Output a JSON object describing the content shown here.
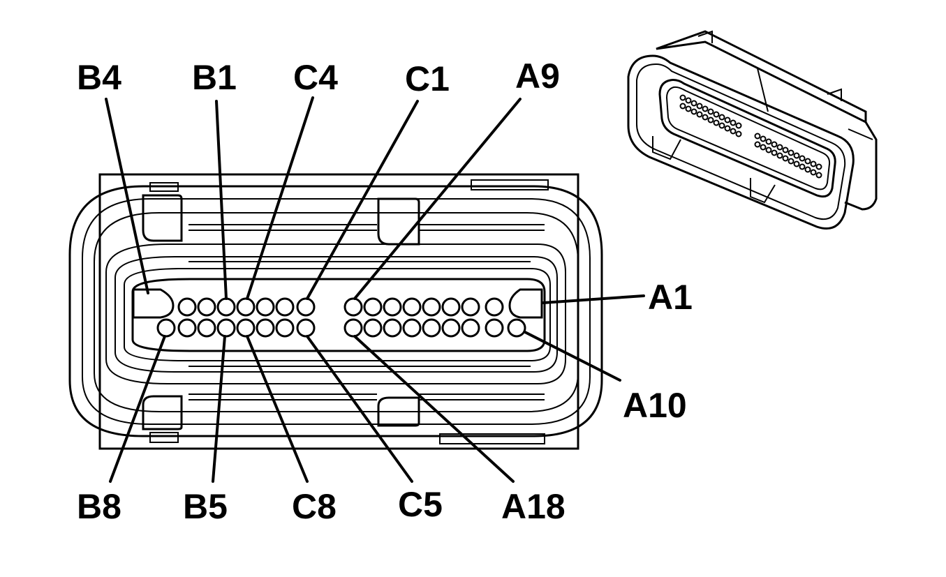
{
  "diagram": {
    "labels": {
      "b4": "B4",
      "b1": "B1",
      "c4": "C4",
      "c1": "C1",
      "a9": "A9",
      "a1": "A1",
      "a10": "A10",
      "b8": "B8",
      "b5": "B5",
      "c8": "C8",
      "c5": "C5",
      "a18": "A18"
    }
  }
}
